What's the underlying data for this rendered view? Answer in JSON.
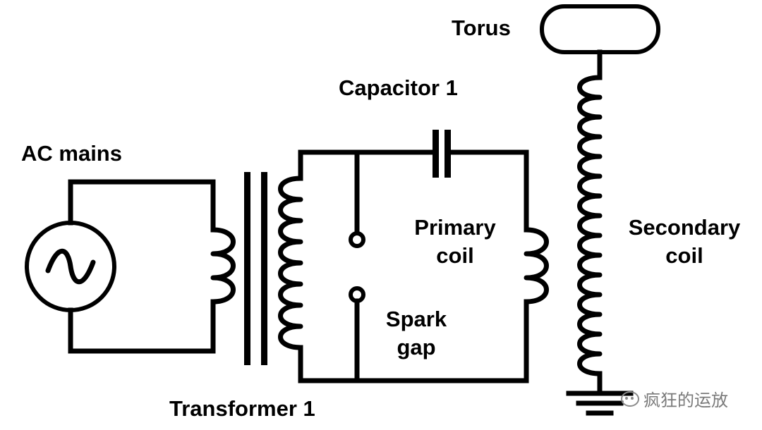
{
  "labels": {
    "ac_mains": "AC mains",
    "transformer": "Transformer 1",
    "capacitor": "Capacitor 1",
    "primary_coil_line1": "Primary",
    "primary_coil_line2": "coil",
    "spark_gap_line1": "Spark",
    "spark_gap_line2": "gap",
    "secondary_coil_line1": "Secondary",
    "secondary_coil_line2": "coil",
    "torus": "Torus"
  },
  "watermark": {
    "text": "疯狂的运放",
    "icon": "wechat-icon"
  },
  "colors": {
    "line": "#000000",
    "background": "#ffffff",
    "watermark": "#7a7a7a"
  }
}
